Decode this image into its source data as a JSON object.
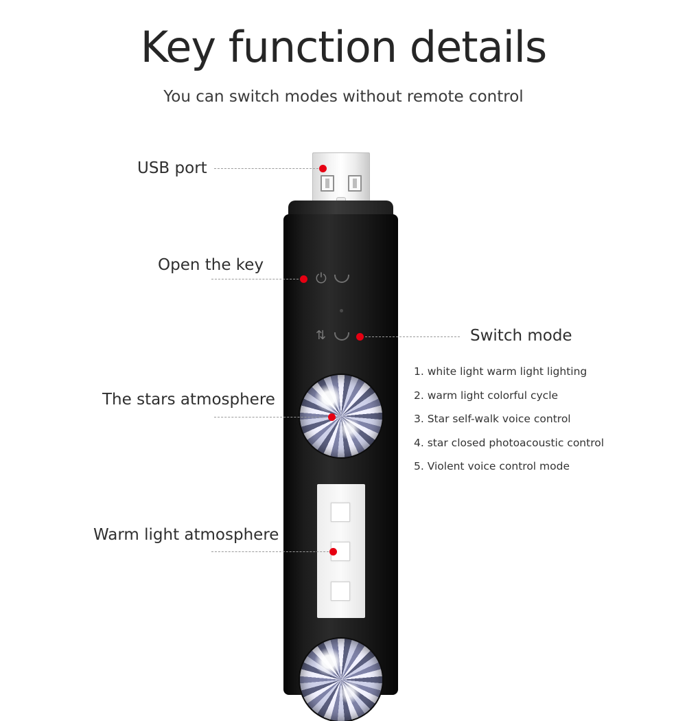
{
  "title": "Key function details",
  "subtitle": "You can switch modes without remote control",
  "callouts": {
    "usb_port": "USB port",
    "open_key": "Open the key",
    "switch_mode": "Switch mode",
    "stars": "The stars atmosphere",
    "warm": "Warm light atmosphere"
  },
  "modes": [
    "1. white light warm light lighting",
    "2. warm light colorful cycle",
    "3. Star self-walk voice control",
    "4. star closed photoacoustic control",
    "5. Violent voice control mode"
  ],
  "colors": {
    "accent_dot": "#e60012",
    "device_body": "#1c1c1c",
    "leader_line": "#9a9a9a"
  },
  "icons": [
    "power-icon",
    "mode-switch-icon"
  ]
}
